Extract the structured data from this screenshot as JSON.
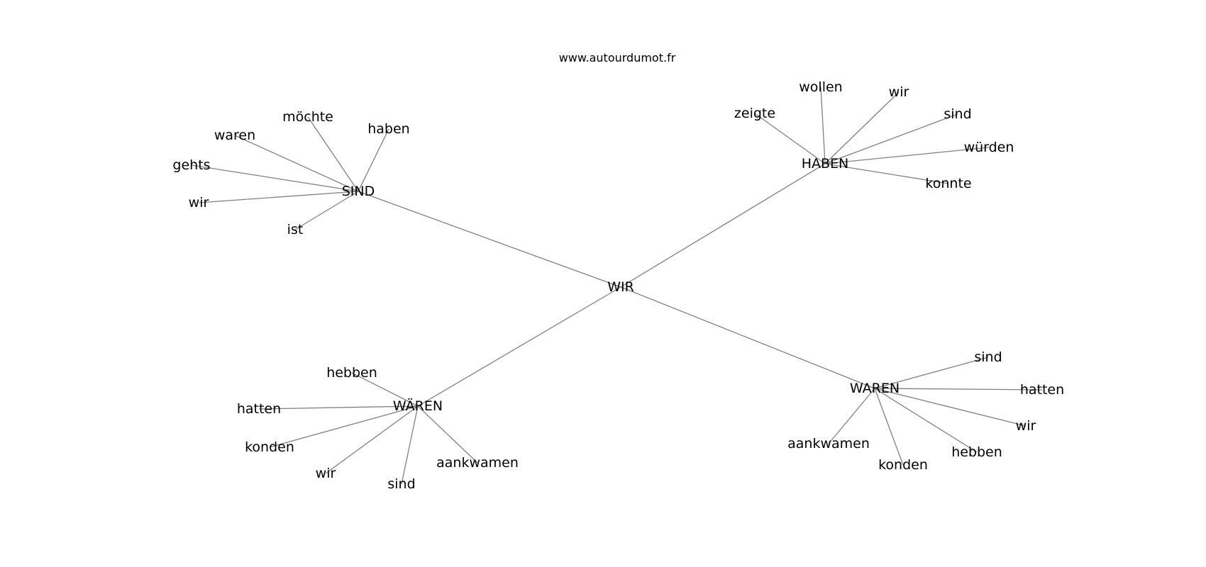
{
  "source_text": "www.autourdumot.fr",
  "graph": {
    "center": "WIR",
    "clusters": [
      {
        "hub": "SIND",
        "words": [
          "möchte",
          "haben",
          "waren",
          "gehts",
          "wir",
          "ist"
        ]
      },
      {
        "hub": "HABEN",
        "words": [
          "wollen",
          "zeigte",
          "wir",
          "sind",
          "würden",
          "konnte"
        ]
      },
      {
        "hub": "WÄREN",
        "words": [
          "hebben",
          "hatten",
          "konden",
          "wir",
          "sind",
          "aankwamen"
        ]
      },
      {
        "hub": "WAREN",
        "words": [
          "sind",
          "hatten",
          "wir",
          "aankwamen",
          "hebben",
          "konden"
        ]
      }
    ]
  }
}
